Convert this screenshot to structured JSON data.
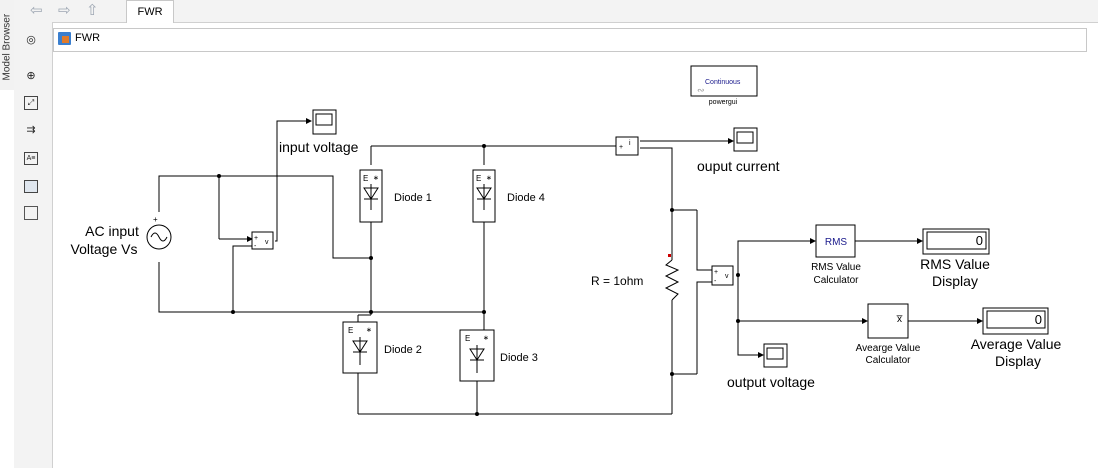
{
  "side_panel": {
    "label": "Model Browser"
  },
  "tab": {
    "label": "FWR"
  },
  "address": {
    "model": "FWR"
  },
  "labels": {
    "ac_source_1": "AC input",
    "ac_source_2": "Voltage Vs",
    "input_voltage": "input voltage",
    "diode1": "Diode 1",
    "diode2": "Diode 2",
    "diode3": "Diode 3",
    "diode4": "Diode 4",
    "resistor": "R = 1ohm",
    "output_current": "ouput current",
    "output_voltage": "output voltage",
    "rms_calc_1": "RMS Value",
    "rms_calc_2": "Calculator",
    "rms_block": "RMS",
    "rms_display_1": "RMS Value",
    "rms_display_2": "Display",
    "rms_value": "0",
    "avg_calc_1": "Avearge Value",
    "avg_calc_2": "Calculator",
    "avg_display_1": "Average Value",
    "avg_display_2": "Display",
    "avg_value": "0",
    "powergui_mode": "Continuous",
    "powergui": "powergui"
  },
  "colors": {
    "wire": "#000000",
    "block_border": "#000000",
    "accent": "#1a1a8c"
  }
}
